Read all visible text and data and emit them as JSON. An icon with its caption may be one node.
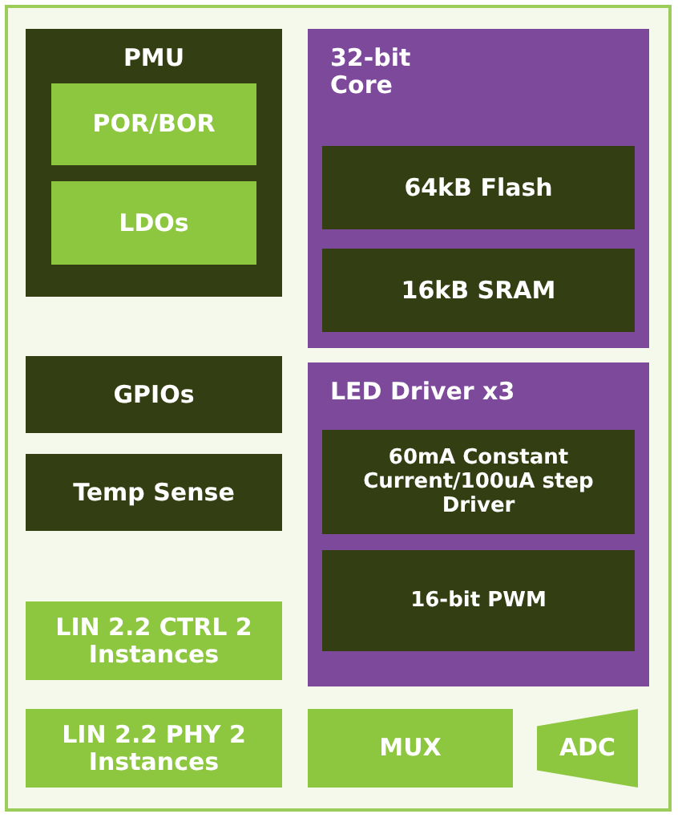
{
  "diagram": {
    "nodes": [
      {
        "text": [
          "PMU"
        ]
      },
      {
        "text": [
          "POR/BOR"
        ],
        "in": 0
      },
      {
        "text": [
          "LDOs"
        ],
        "in": 0
      },
      {
        "text": [
          "32-bit Core"
        ]
      },
      {
        "text": [
          "64kB Flash"
        ],
        "in": 3
      },
      {
        "text": [
          "16kB SRAM"
        ],
        "in": 3
      },
      {
        "text": [
          "GPIOs"
        ]
      },
      {
        "text": [
          "Temp Sense"
        ]
      },
      {
        "text": [
          "LED Driver x3"
        ]
      },
      {
        "text": [
          "60mA Constant Current/100uA step Driver"
        ],
        "in": 8
      },
      {
        "text": [
          "16-bit PWM"
        ],
        "in": 8
      },
      {
        "text": [
          "LIN 2.2 CTRL 2 Instances"
        ]
      },
      {
        "text": [
          "LIN 2.2 PHY 2 Instances"
        ]
      },
      {
        "text": [
          "MUX"
        ]
      },
      {
        "text": [
          "ADC"
        ]
      }
    ]
  }
}
